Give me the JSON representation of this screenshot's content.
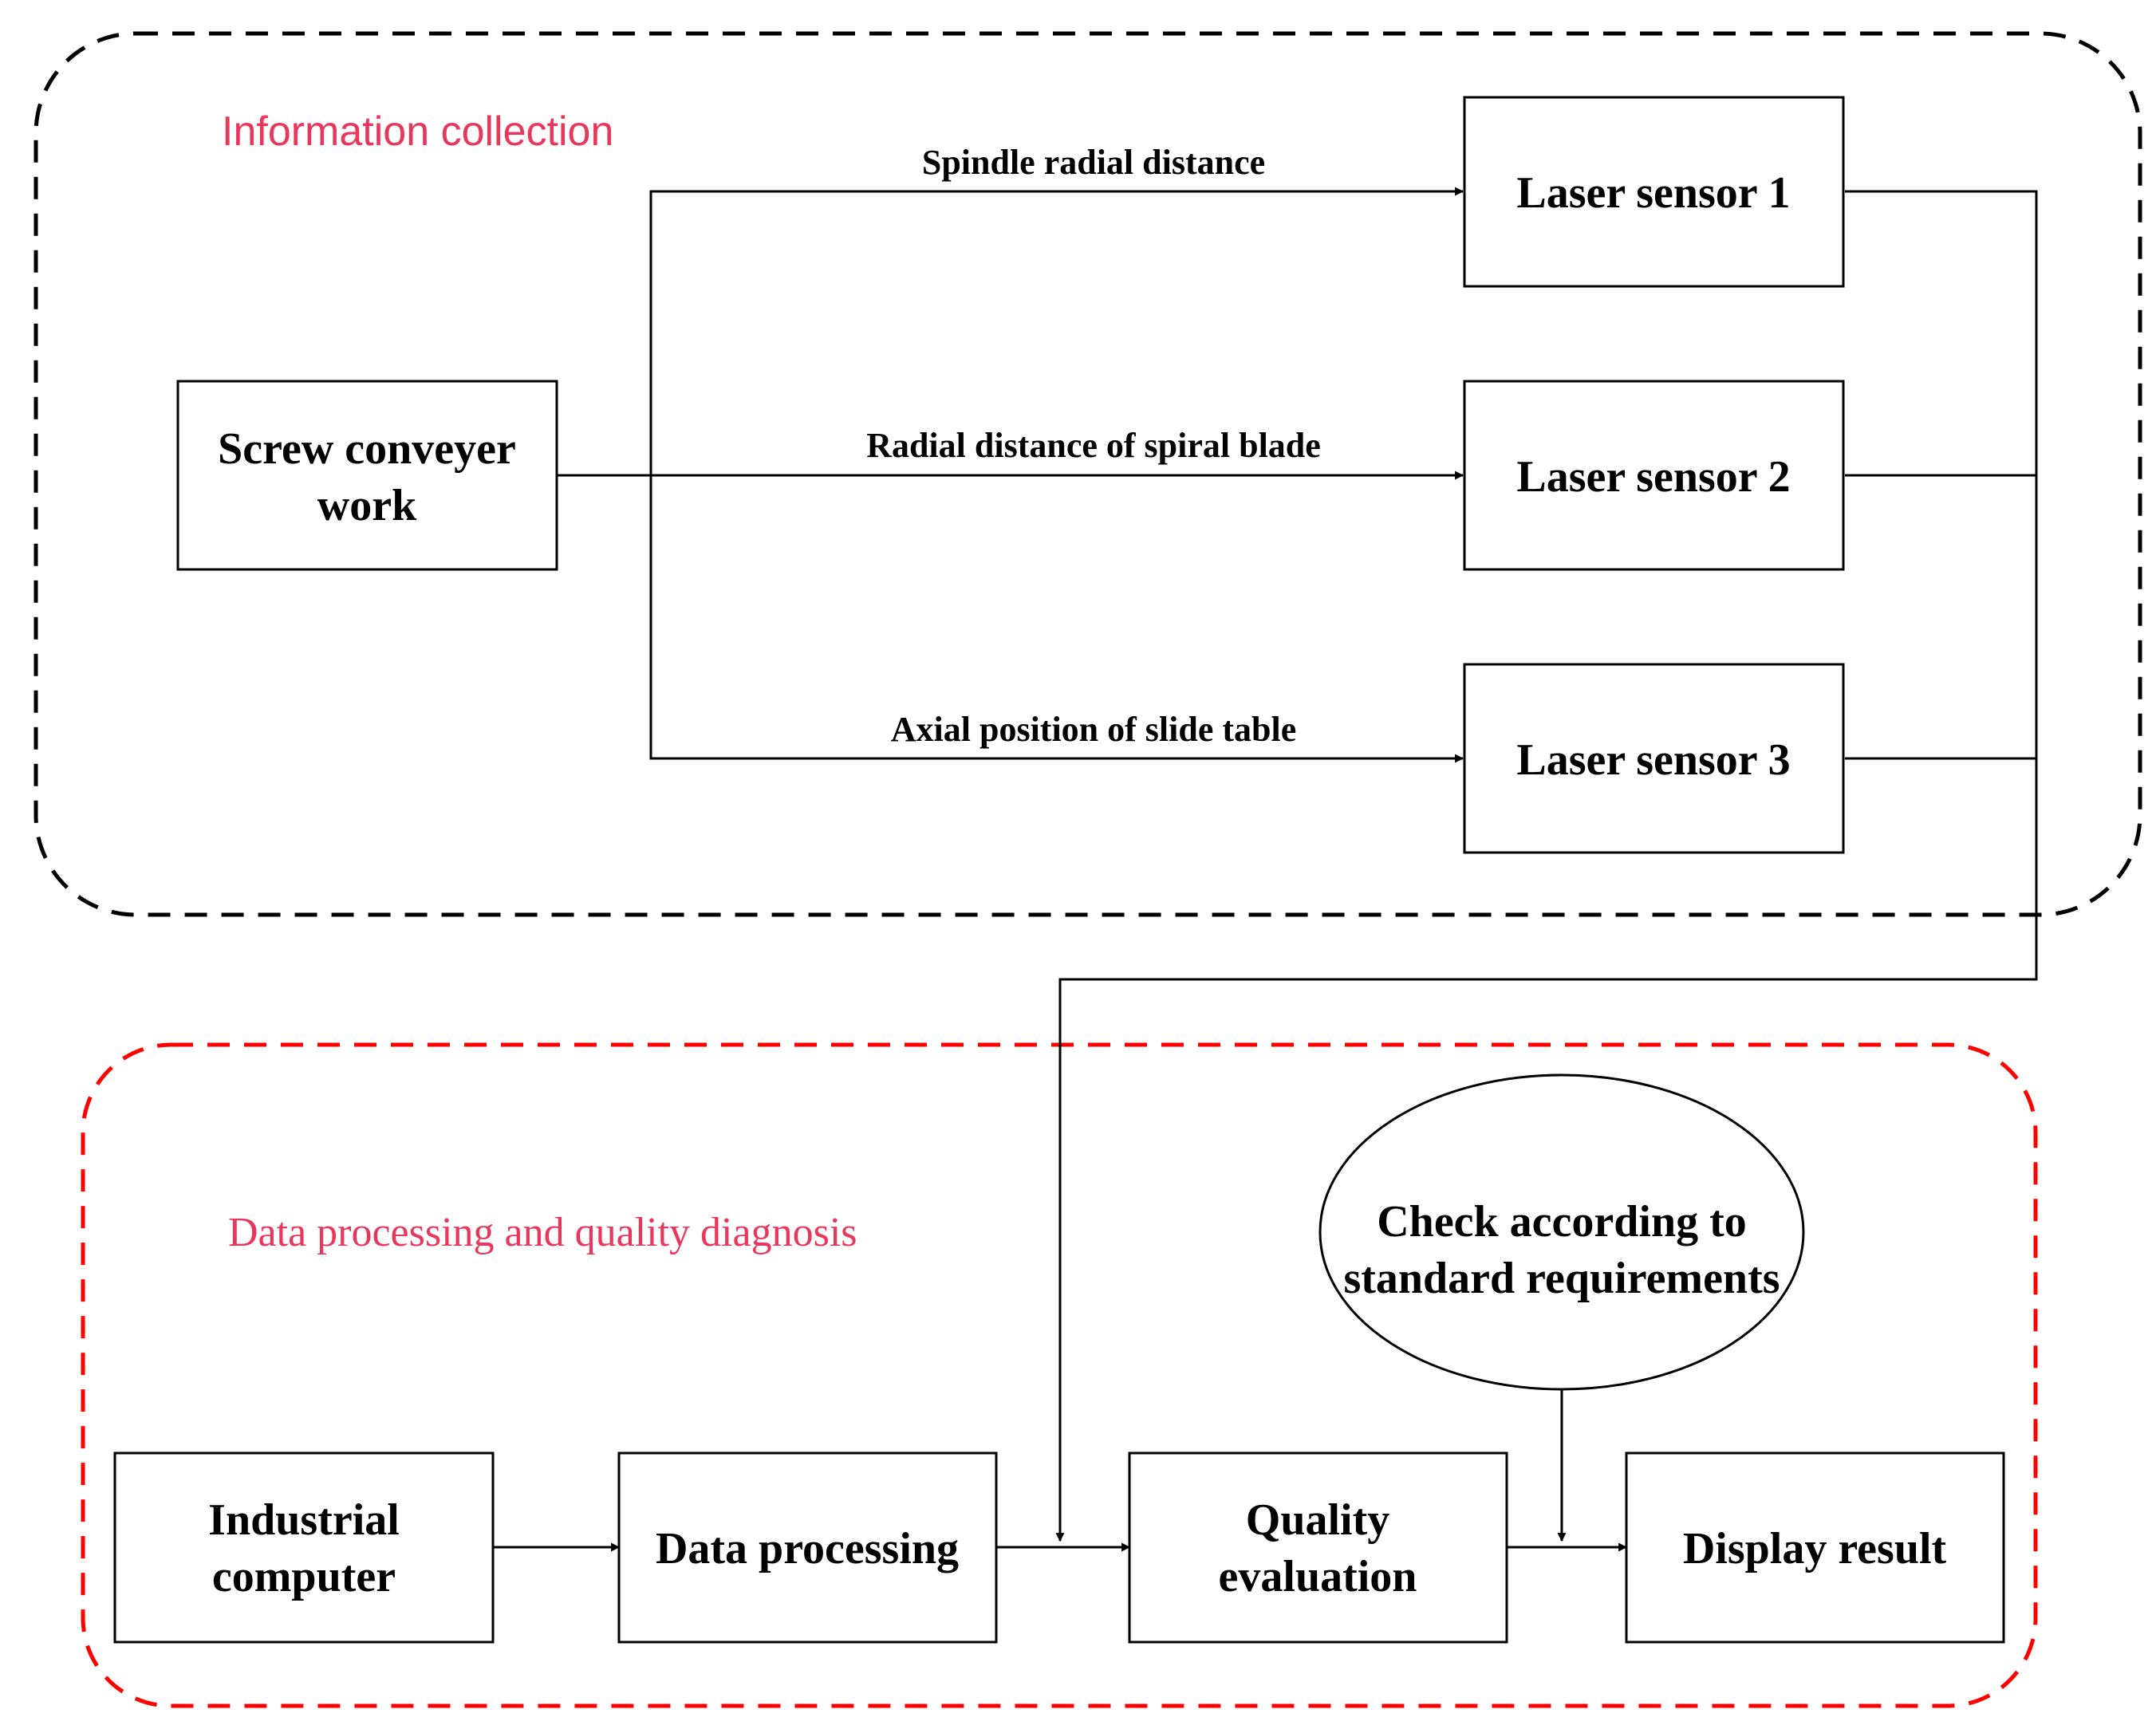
{
  "groups": {
    "collection": {
      "label": "Information collection",
      "border_color": "#000000",
      "label_color": "#e8375b"
    },
    "processing": {
      "label": "Data processing and quality diagnosis",
      "border_color": "#ff0000",
      "label_color": "#e8375b"
    }
  },
  "nodes": {
    "screw": {
      "line1": "Screw conveyer",
      "line2": "work"
    },
    "sensor1": {
      "label": "Laser sensor 1"
    },
    "sensor2": {
      "label": "Laser sensor 2"
    },
    "sensor3": {
      "label": "Laser sensor 3"
    },
    "industrial": {
      "line1": "Industrial",
      "line2": "computer"
    },
    "processing": {
      "label": "Data processing"
    },
    "quality": {
      "line1": "Quality",
      "line2": "evaluation"
    },
    "display": {
      "label": "Display result"
    },
    "check": {
      "line1": "Check according to",
      "line2": "standard requirements"
    }
  },
  "edges": {
    "spindle": "Spindle radial distance",
    "blade": "Radial distance of spiral blade",
    "slide": "Axial position of slide table"
  }
}
